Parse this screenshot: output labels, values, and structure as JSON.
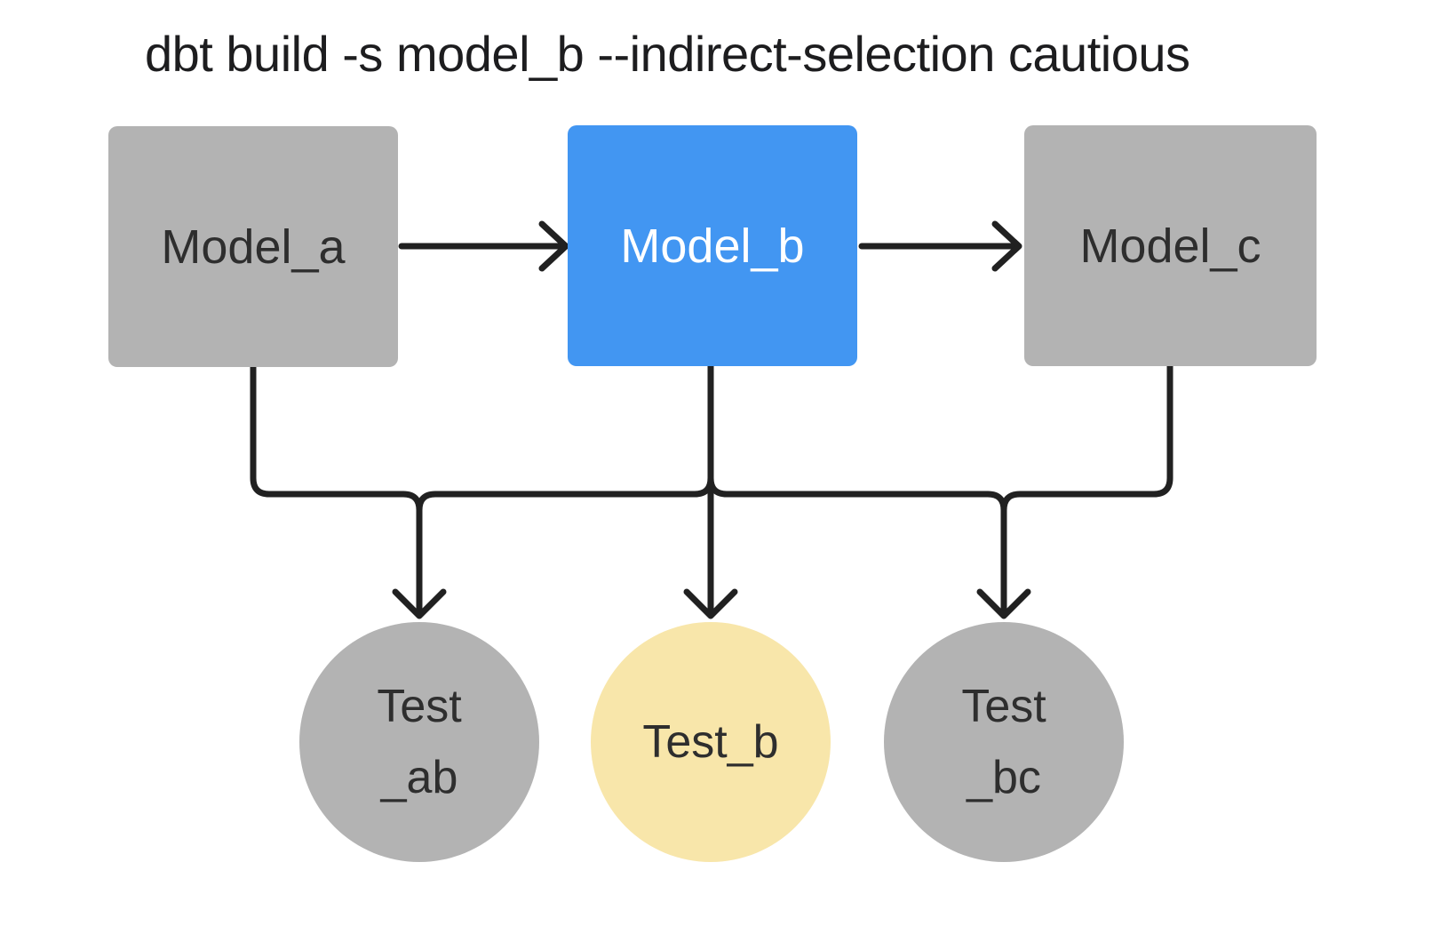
{
  "title": "dbt build -s model_b --indirect-selection cautious",
  "colors": {
    "model_default": "#b3b3b3",
    "model_selected": "#4296f2",
    "test_default": "#b3b3b3",
    "test_highlighted": "#f8e6aa",
    "edge": "#212121",
    "text_dark": "#2e2e2e",
    "text_light": "#ffffff",
    "title_text": "#1d1d1f",
    "background": "#ffffff"
  },
  "models": [
    {
      "id": "model_a",
      "label": "Model_a",
      "selected": false
    },
    {
      "id": "model_b",
      "label": "Model_b",
      "selected": true
    },
    {
      "id": "model_c",
      "label": "Model_c",
      "selected": false
    }
  ],
  "tests": [
    {
      "id": "test_ab",
      "lines": [
        "Test",
        "_ab"
      ],
      "highlighted": false
    },
    {
      "id": "test_b",
      "lines": [
        "Test_b"
      ],
      "highlighted": true
    },
    {
      "id": "test_bc",
      "lines": [
        "Test",
        "_bc"
      ],
      "highlighted": false
    }
  ],
  "edges": [
    {
      "from": "model_a",
      "to": "model_b"
    },
    {
      "from": "model_b",
      "to": "model_c"
    },
    {
      "from": "model_a",
      "to": "test_ab"
    },
    {
      "from": "model_b",
      "to": "test_ab"
    },
    {
      "from": "model_b",
      "to": "test_b"
    },
    {
      "from": "model_b",
      "to": "test_bc"
    },
    {
      "from": "model_c",
      "to": "test_bc"
    }
  ]
}
